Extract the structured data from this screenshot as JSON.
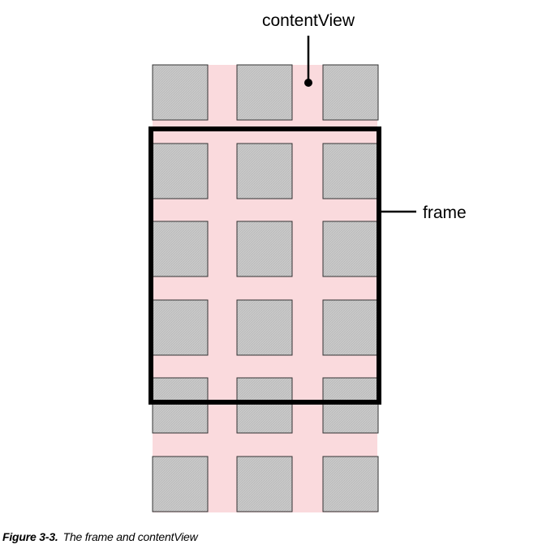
{
  "labels": {
    "content_view": "contentView",
    "frame": "frame"
  },
  "caption": {
    "number": "Figure 3-3.",
    "text": "The frame and contentView"
  },
  "colors": {
    "content_background": "#fadadd",
    "tile_fill": "#c8c8c8",
    "tile_border": "#333333",
    "frame_border": "#000000",
    "text": "#000000"
  }
}
